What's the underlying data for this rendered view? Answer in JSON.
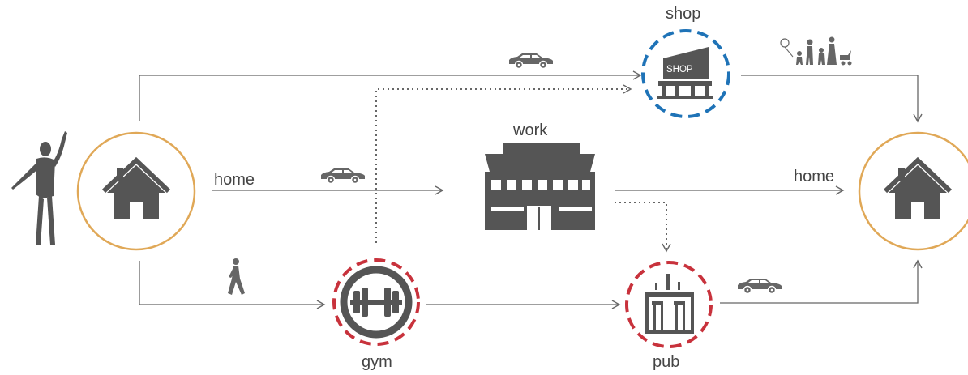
{
  "labels": {
    "shop": "shop",
    "work": "work",
    "home_left": "home",
    "home_right": "home",
    "gym": "gym",
    "pub": "pub",
    "shop_sign": "SHOP"
  },
  "colors": {
    "line": "#666666",
    "icon": "#555555",
    "home_ring": "#E0A857",
    "shop_ring": "#1F73B7",
    "gym_ring": "#C8323C",
    "pub_ring": "#C8323C"
  },
  "icons": [
    "person-waving-icon",
    "house-icon",
    "car-icon",
    "walking-person-icon",
    "shop-icon",
    "work-building-icon",
    "dumbbell-icon",
    "bar-icon",
    "family-icon"
  ]
}
